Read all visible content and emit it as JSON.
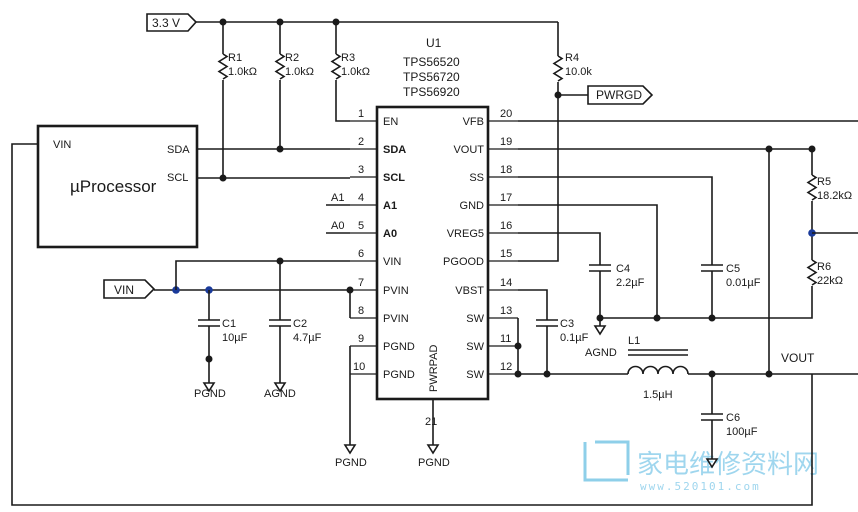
{
  "ic": {
    "ref": "U1",
    "parts": [
      "TPS56520",
      "TPS56720",
      "TPS56920"
    ],
    "pins_left": [
      {
        "num": "1",
        "name": "EN",
        "bold": false
      },
      {
        "num": "2",
        "name": "SDA",
        "bold": true
      },
      {
        "num": "3",
        "name": "SCL",
        "bold": true
      },
      {
        "num": "4",
        "name": "A1",
        "bold": true
      },
      {
        "num": "5",
        "name": "A0",
        "bold": true
      },
      {
        "num": "6",
        "name": "VIN",
        "bold": false
      },
      {
        "num": "7",
        "name": "PVIN",
        "bold": false
      },
      {
        "num": "8",
        "name": "PVIN",
        "bold": false
      },
      {
        "num": "9",
        "name": "PGND",
        "bold": false
      },
      {
        "num": "10",
        "name": "PGND",
        "bold": false
      }
    ],
    "pins_right": [
      {
        "num": "20",
        "name": "VFB"
      },
      {
        "num": "19",
        "name": "VOUT"
      },
      {
        "num": "18",
        "name": "SS"
      },
      {
        "num": "17",
        "name": "GND"
      },
      {
        "num": "16",
        "name": "VREG5"
      },
      {
        "num": "15",
        "name": "PGOOD"
      },
      {
        "num": "14",
        "name": "VBST"
      },
      {
        "num": "13",
        "name": "SW"
      },
      {
        "num": "11",
        "name": "SW"
      },
      {
        "num": "12",
        "name": "SW"
      }
    ],
    "pad_label": "PWRPAD",
    "pad_pin": "21"
  },
  "processor": {
    "title": "µProcessor",
    "pin_vin": "VIN",
    "pin_sda": "SDA",
    "pin_scl": "SCL"
  },
  "signals": {
    "a1": "A1",
    "a0": "A0",
    "supply_tag": "3.3 V",
    "vin_tag": "VIN",
    "pwrgd_tag": "PWRGD",
    "vout": "VOUT"
  },
  "components": {
    "r1": {
      "ref": "R1",
      "value": "1.0kΩ"
    },
    "r2": {
      "ref": "R2",
      "value": "1.0kΩ"
    },
    "r3": {
      "ref": "R3",
      "value": "1.0kΩ"
    },
    "r4": {
      "ref": "R4",
      "value": "10.0k"
    },
    "r5": {
      "ref": "R5",
      "value": "18.2kΩ"
    },
    "r6": {
      "ref": "R6",
      "value": "22kΩ"
    },
    "c1": {
      "ref": "C1",
      "value": "10µF"
    },
    "c2": {
      "ref": "C2",
      "value": "4.7µF"
    },
    "c3": {
      "ref": "C3",
      "value": "0.1µF"
    },
    "c4": {
      "ref": "C4",
      "value": "2.2µF"
    },
    "c5": {
      "ref": "C5",
      "value": "0.01µF"
    },
    "c6": {
      "ref": "C6",
      "value": "100µF"
    },
    "l1": {
      "ref": "L1",
      "value": "1.5µH"
    }
  },
  "grounds": {
    "pgnd": "PGND",
    "agnd": "AGND"
  },
  "watermark": {
    "text": "家电维修资料网",
    "url": "www.520101.com"
  }
}
